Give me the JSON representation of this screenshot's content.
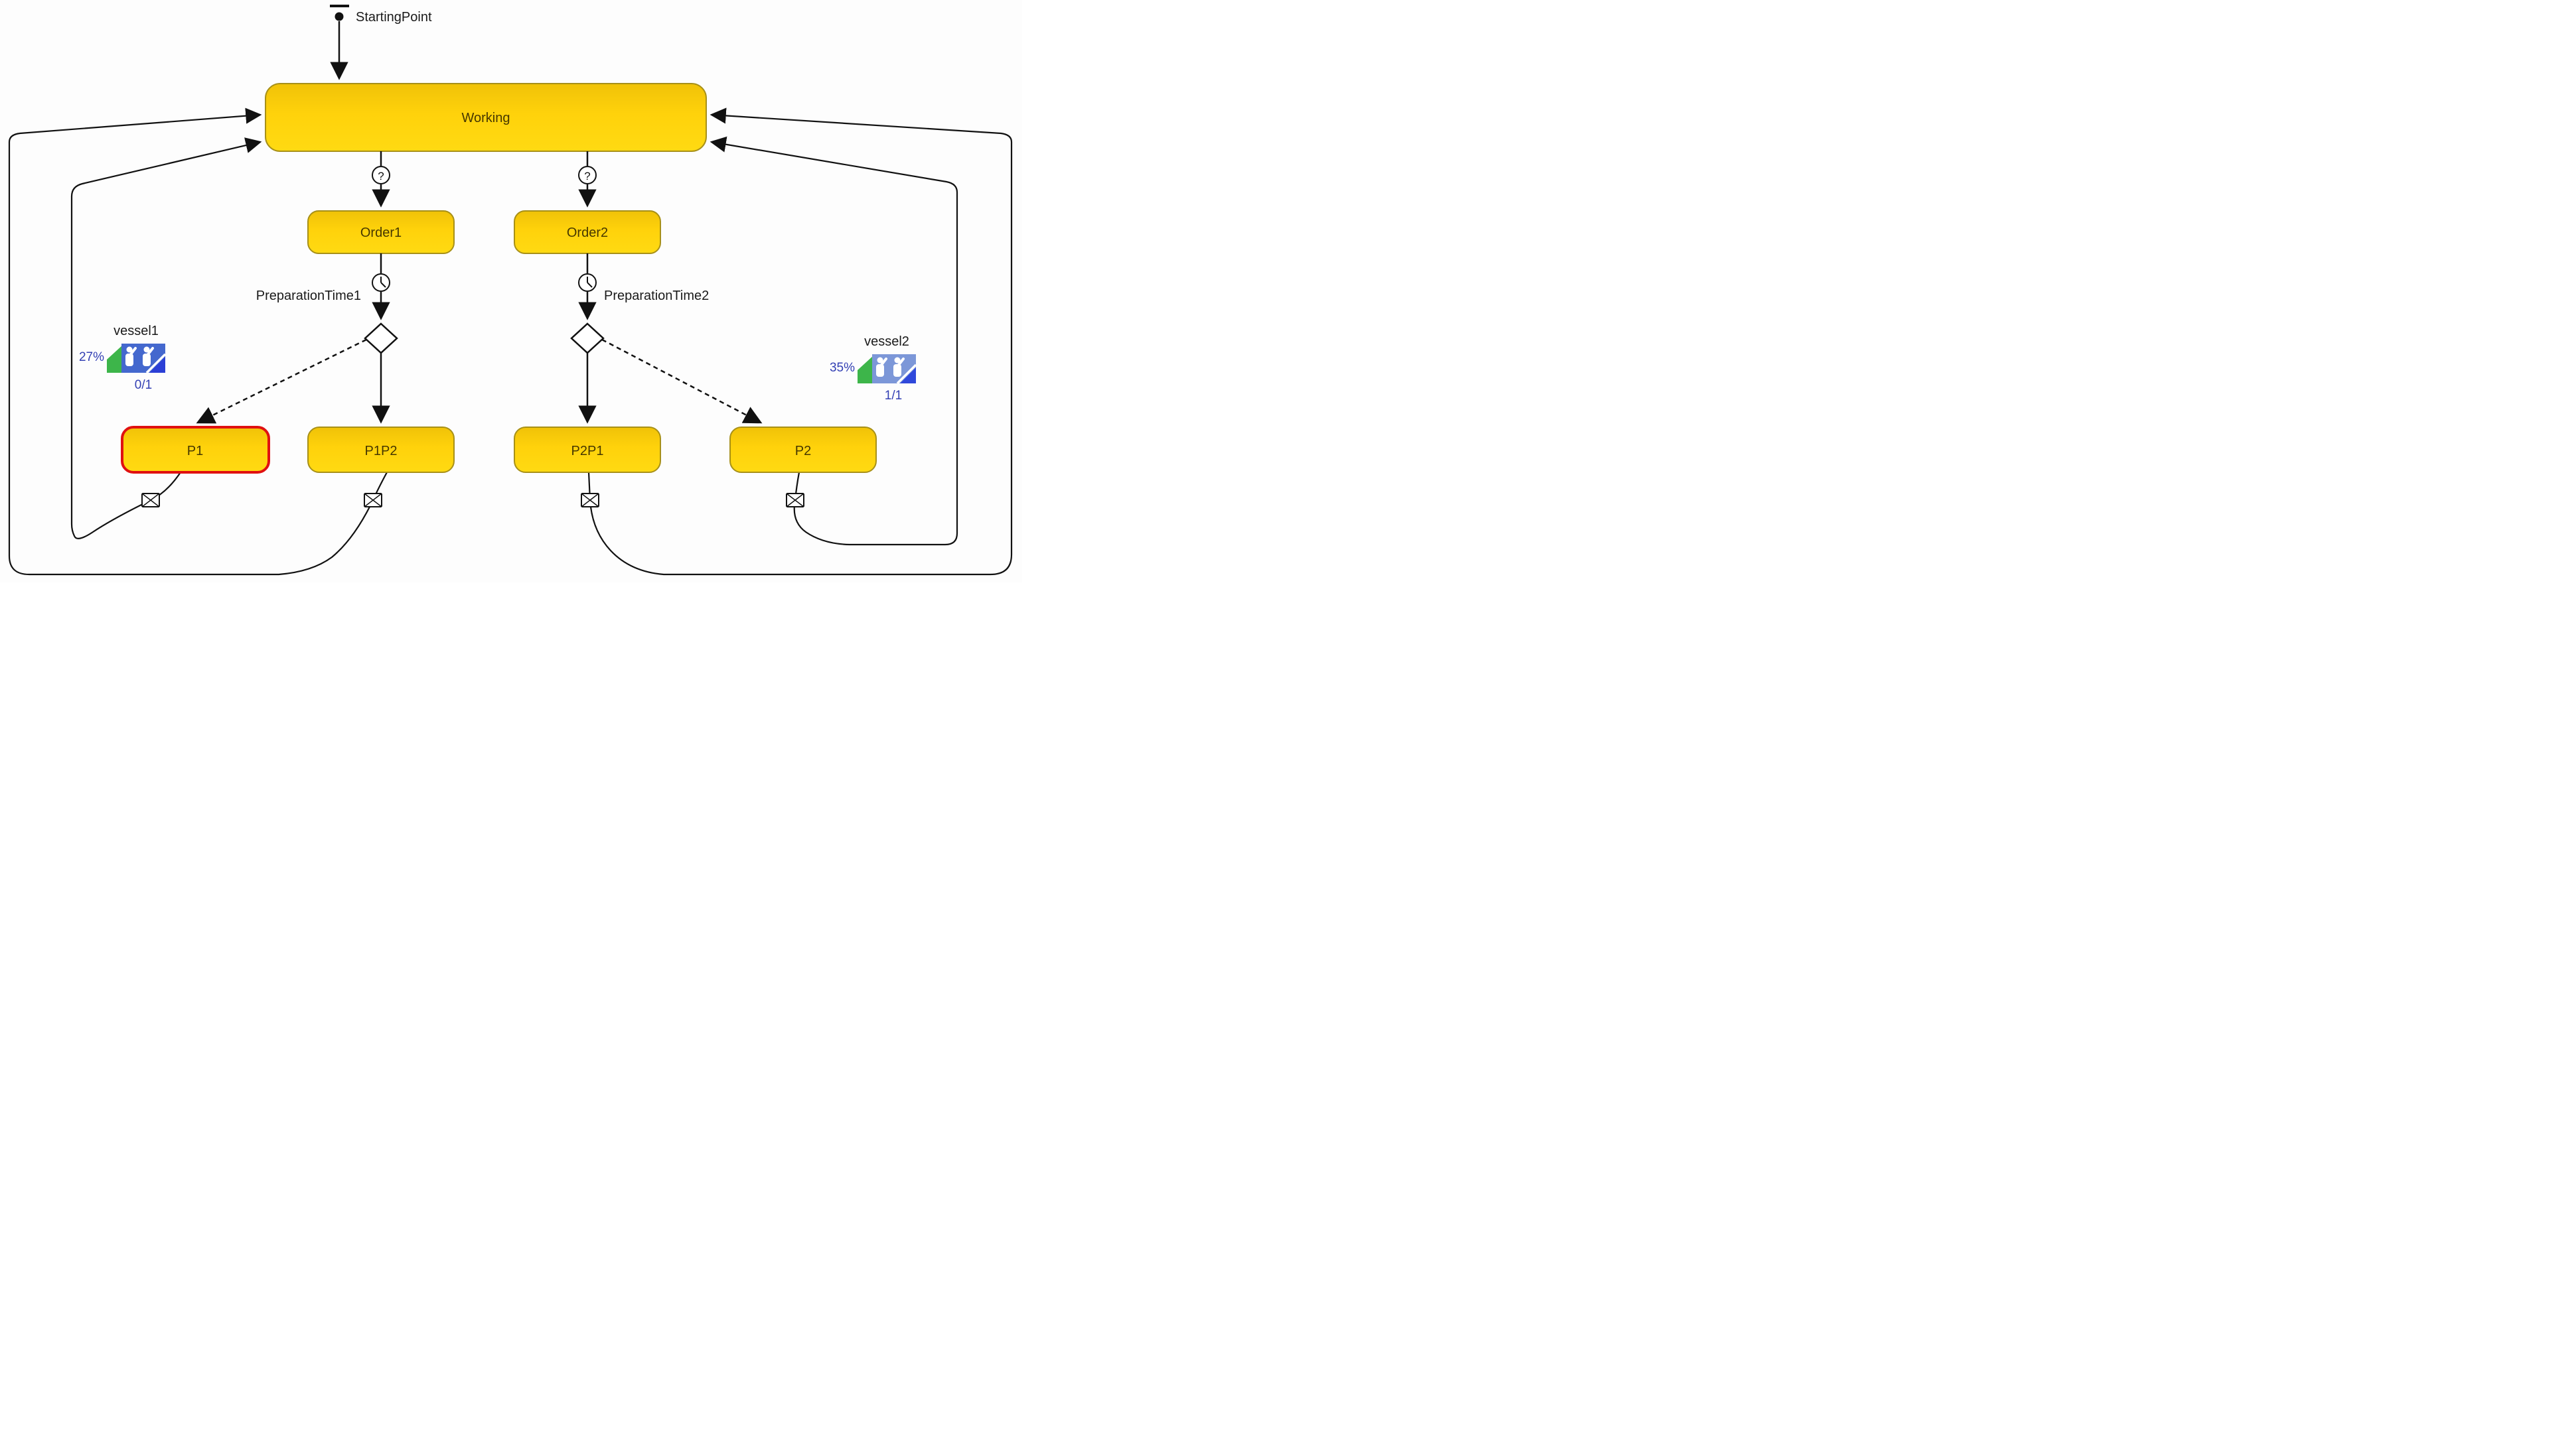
{
  "statechart": {
    "start_label": "StartingPoint",
    "states": {
      "working": "Working",
      "order1": "Order1",
      "order2": "Order2",
      "p1": "P1",
      "p1p2": "P1P2",
      "p2p1": "P2P1",
      "p2": "P2"
    },
    "highlighted_state": "P1",
    "timeout_labels": {
      "prep1": "PreparationTime1",
      "prep2": "PreparationTime2"
    },
    "icons": {
      "question_mark": "?"
    }
  },
  "resources": {
    "vessel1": {
      "name": "vessel1",
      "utilization": "27%",
      "busy_total": "0/1"
    },
    "vessel2": {
      "name": "vessel2",
      "utilization": "35%",
      "busy_total": "1/1"
    }
  },
  "colors": {
    "state_fill": "#ffd20b",
    "state_fill_top": "#f0c208",
    "state_border": "#a79018",
    "highlight_border": "#e01111",
    "line": "#111111",
    "stat_text": "#3340b4",
    "label_text": "#1a1a1a",
    "state_text": "#463700",
    "resource_green": "#3db54a",
    "vessel1_blue": "#4468ce",
    "vessel1_blue_dark": "#2b3fd6",
    "vessel2_blue": "#7c97d8",
    "vessel2_blue_dark": "#2f48db"
  }
}
